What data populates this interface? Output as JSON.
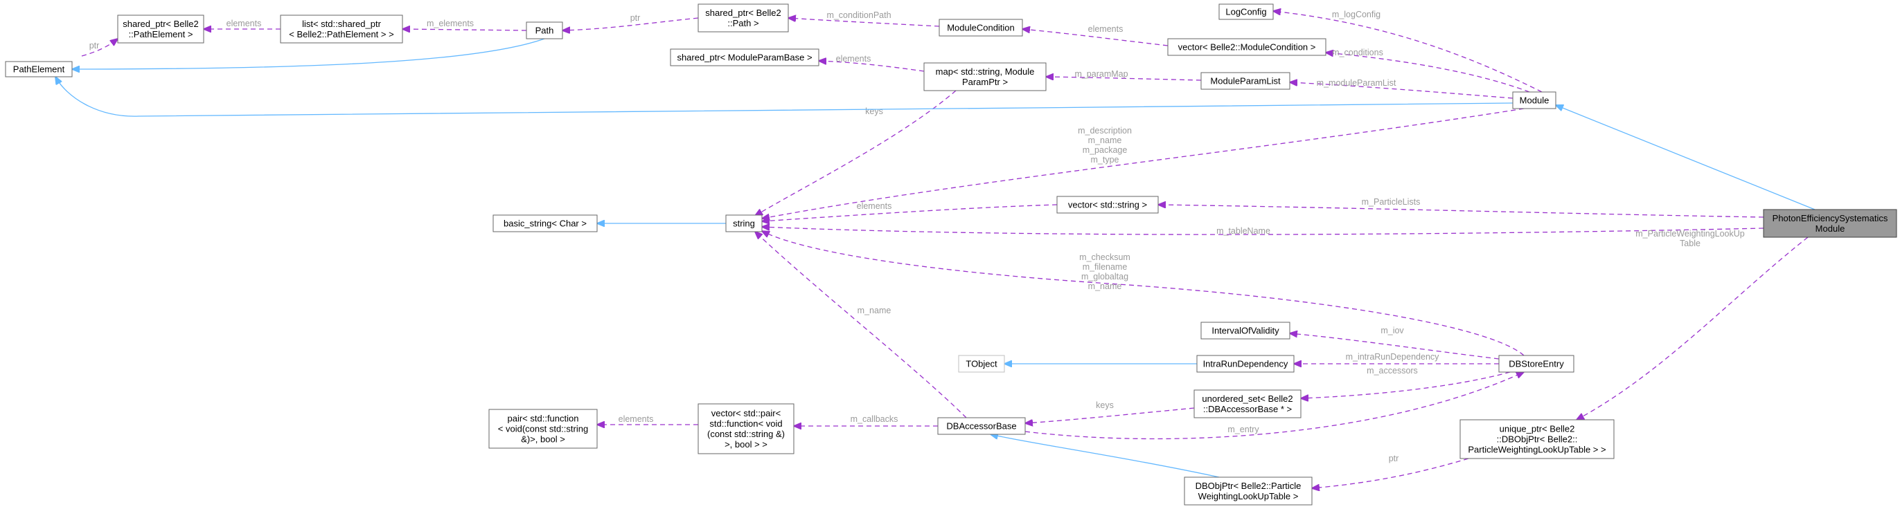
{
  "diagram": {
    "nodes": [
      {
        "id": "PathElement",
        "lines": [
          "PathElement"
        ]
      },
      {
        "id": "SharedPtrPathElement",
        "lines": [
          "shared_ptr< Belle2",
          "::PathElement >"
        ]
      },
      {
        "id": "ListSharedPtr",
        "lines": [
          "list< std::shared_ptr",
          "< Belle2::PathElement > >"
        ]
      },
      {
        "id": "Path",
        "lines": [
          "Path"
        ]
      },
      {
        "id": "SharedPtrPath",
        "lines": [
          "shared_ptr< Belle2",
          "::Path >"
        ]
      },
      {
        "id": "ModuleCondition",
        "lines": [
          "ModuleCondition"
        ]
      },
      {
        "id": "LogConfig",
        "lines": [
          "LogConfig"
        ]
      },
      {
        "id": "VectorModuleCondition",
        "lines": [
          "vector< Belle2::ModuleCondition >"
        ]
      },
      {
        "id": "SharedPtrModuleParamBase",
        "lines": [
          "shared_ptr< ModuleParamBase >"
        ]
      },
      {
        "id": "MapString",
        "lines": [
          "map< std::string, Module",
          "ParamPtr >"
        ]
      },
      {
        "id": "ModuleParamList",
        "lines": [
          "ModuleParamList"
        ]
      },
      {
        "id": "Module",
        "lines": [
          "Module"
        ]
      },
      {
        "id": "BasicString",
        "lines": [
          "basic_string< Char >"
        ]
      },
      {
        "id": "String",
        "lines": [
          "string"
        ]
      },
      {
        "id": "VectorString",
        "lines": [
          "vector< std::string >"
        ]
      },
      {
        "id": "PhotonModule",
        "lines": [
          "PhotonEfficiencySystematics",
          "Module"
        ]
      },
      {
        "id": "IntervalOfValidity",
        "lines": [
          "IntervalOfValidity"
        ]
      },
      {
        "id": "TObject",
        "lines": [
          "TObject"
        ]
      },
      {
        "id": "IntraRunDependency",
        "lines": [
          "IntraRunDependency"
        ]
      },
      {
        "id": "DBStoreEntry",
        "lines": [
          "DBStoreEntry"
        ]
      },
      {
        "id": "UnorderedSet",
        "lines": [
          "unordered_set< Belle2",
          "::DBAccessorBase * >"
        ]
      },
      {
        "id": "PairFunction",
        "lines": [
          "pair< std::function",
          "< void(const std::string",
          "&)>, bool >"
        ]
      },
      {
        "id": "VectorPair",
        "lines": [
          "vector< std::pair<",
          " std::function< void",
          "(const std::string &)",
          ">, bool > >"
        ]
      },
      {
        "id": "DBAccessorBase",
        "lines": [
          "DBAccessorBase"
        ]
      },
      {
        "id": "UniquePtr",
        "lines": [
          "unique_ptr< Belle2",
          "::DBObjPtr< Belle2::",
          "ParticleWeightingLookUpTable > >"
        ]
      },
      {
        "id": "DBObjPtr",
        "lines": [
          "DBObjPtr< Belle2::Particle",
          "WeightingLookUpTable >"
        ]
      }
    ],
    "edges": [
      {
        "id": "e-ptr-1",
        "kind": "uses",
        "labels": [
          "ptr"
        ]
      },
      {
        "id": "e-elements-1",
        "kind": "uses",
        "labels": [
          "elements"
        ]
      },
      {
        "id": "e-m-elements",
        "kind": "uses",
        "labels": [
          "m_elements"
        ]
      },
      {
        "id": "e-ptr-2",
        "kind": "uses",
        "labels": [
          "ptr"
        ]
      },
      {
        "id": "e-m-conditionPath",
        "kind": "uses",
        "labels": [
          "m_conditionPath"
        ]
      },
      {
        "id": "e-elements-2",
        "kind": "uses",
        "labels": [
          "elements"
        ]
      },
      {
        "id": "e-m-logConfig",
        "kind": "uses",
        "labels": [
          "m_logConfig"
        ]
      },
      {
        "id": "e-m-conditions",
        "kind": "uses",
        "labels": [
          "m_conditions"
        ]
      },
      {
        "id": "e-elements-3",
        "kind": "uses",
        "labels": [
          "elements"
        ]
      },
      {
        "id": "e-m-paramMap",
        "kind": "uses",
        "labels": [
          "m_paramMap"
        ]
      },
      {
        "id": "e-m-moduleParamList",
        "kind": "uses",
        "labels": [
          "m_moduleParamList"
        ]
      },
      {
        "id": "e-keys-1",
        "kind": "uses",
        "labels": [
          "keys"
        ]
      },
      {
        "id": "e-module-strings",
        "kind": "uses",
        "labels": [
          "m_description",
          "m_name",
          "m_package",
          "m_type"
        ]
      },
      {
        "id": "e-elements-4",
        "kind": "uses",
        "labels": [
          "elements"
        ]
      },
      {
        "id": "e-m-ParticleLists",
        "kind": "uses",
        "labels": [
          "m_ParticleLists"
        ]
      },
      {
        "id": "e-m-tableName",
        "kind": "uses",
        "labels": [
          "m_tableName"
        ]
      },
      {
        "id": "e-dbstore-strings",
        "kind": "uses",
        "labels": [
          "m_checksum",
          "m_filename",
          "m_globaltag",
          "m_name"
        ]
      },
      {
        "id": "e-m-name",
        "kind": "uses",
        "labels": [
          "m_name"
        ]
      },
      {
        "id": "e-m-iov",
        "kind": "uses",
        "labels": [
          "m_iov"
        ]
      },
      {
        "id": "e-m-intraRunDependency",
        "kind": "uses",
        "labels": [
          "m_intraRunDependency"
        ]
      },
      {
        "id": "e-m-accessors",
        "kind": "uses",
        "labels": [
          "m_accessors"
        ]
      },
      {
        "id": "e-keys-2",
        "kind": "uses",
        "labels": [
          "keys"
        ]
      },
      {
        "id": "e-m-entry",
        "kind": "uses",
        "labels": [
          "m_entry"
        ]
      },
      {
        "id": "e-elements-5",
        "kind": "uses",
        "labels": [
          "elements"
        ]
      },
      {
        "id": "e-m-callbacks",
        "kind": "uses",
        "labels": [
          "m_callbacks"
        ]
      },
      {
        "id": "e-m-weighting",
        "kind": "uses",
        "labels": [
          "m_ParticleWeightingLookUp",
          "Table"
        ]
      },
      {
        "id": "e-ptr-3",
        "kind": "uses",
        "labels": [
          "ptr"
        ]
      },
      {
        "id": "i-path-pathelement",
        "kind": "inherit",
        "labels": []
      },
      {
        "id": "i-module-pathelement",
        "kind": "inherit",
        "labels": []
      },
      {
        "id": "i-photon-module",
        "kind": "inherit",
        "labels": []
      },
      {
        "id": "i-string-basic",
        "kind": "inherit",
        "labels": []
      },
      {
        "id": "i-intra-tobject",
        "kind": "inherit",
        "labels": []
      },
      {
        "id": "i-dbobjptr-accessor",
        "kind": "inherit",
        "labels": []
      }
    ]
  },
  "colors": {
    "inherit_edge": "#63b8ff",
    "uses_edge": "#9a32cd",
    "focus_fill": "#999999",
    "label": "#9a9a9a"
  }
}
